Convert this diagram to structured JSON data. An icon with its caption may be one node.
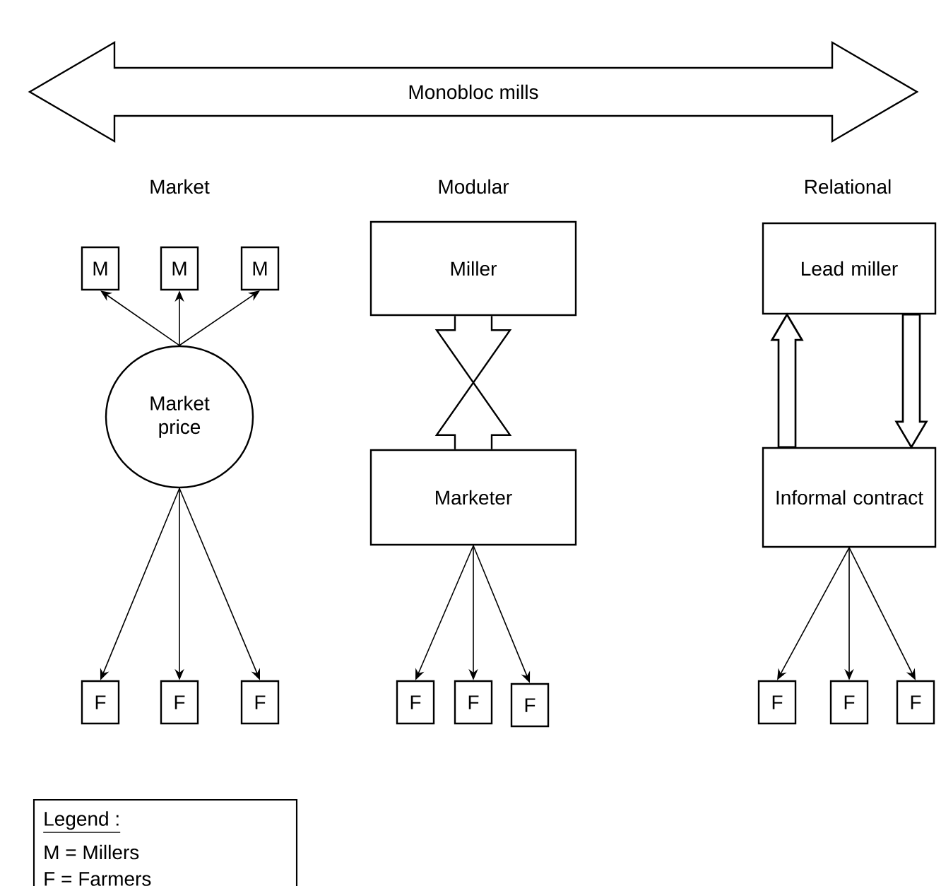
{
  "diagram": {
    "nodes": [
      {
        "text": [
          "Monobloc mills"
        ]
      },
      {
        "text": [
          "M"
        ]
      },
      {
        "text": [
          "M"
        ]
      },
      {
        "text": [
          "M"
        ]
      },
      {
        "text": [
          "Market price"
        ]
      },
      {
        "text": [
          "F"
        ]
      },
      {
        "text": [
          "F"
        ]
      },
      {
        "text": [
          "F"
        ]
      },
      {
        "text": [
          "Miller"
        ]
      },
      {
        "text": [
          "Marketer"
        ]
      },
      {
        "text": [
          "F"
        ]
      },
      {
        "text": [
          "F"
        ]
      },
      {
        "text": [
          "F"
        ]
      },
      {
        "text": [
          "Lead miller"
        ]
      },
      {
        "text": [
          "Informal contract"
        ]
      },
      {
        "text": [
          "F"
        ]
      },
      {
        "text": [
          "F"
        ]
      },
      {
        "text": [
          "F"
        ]
      }
    ],
    "edges": [
      {
        "from": 4,
        "to": 1,
        "arrow": "to"
      },
      {
        "from": 4,
        "to": 2,
        "arrow": "to"
      },
      {
        "from": 4,
        "to": 3,
        "arrow": "to"
      },
      {
        "from": 4,
        "to": 5,
        "arrow": "to"
      },
      {
        "from": 4,
        "to": 6,
        "arrow": "to"
      },
      {
        "from": 4,
        "to": 7,
        "arrow": "to"
      },
      {
        "from": 8,
        "to": 9,
        "arrow": "none"
      },
      {
        "from": 9,
        "to": 10,
        "arrow": "to"
      },
      {
        "from": 9,
        "to": 11,
        "arrow": "to"
      },
      {
        "from": 9,
        "to": 12,
        "arrow": "to"
      },
      {
        "from": 14,
        "to": 13,
        "arrow": "to",
        "style": "thick"
      },
      {
        "from": 13,
        "to": 14,
        "arrow": "to",
        "style": "thick"
      },
      {
        "from": 14,
        "to": 15,
        "arrow": "to"
      },
      {
        "from": 14,
        "to": 16,
        "arrow": "to"
      },
      {
        "from": 14,
        "to": 17,
        "arrow": "to"
      }
    ],
    "labels": [
      "Market",
      "Modular",
      "Relational",
      "Legend :"
    ],
    "legend": [
      {
        "text": "M = Millers"
      },
      {
        "text": "F = Farmers"
      }
    ]
  }
}
